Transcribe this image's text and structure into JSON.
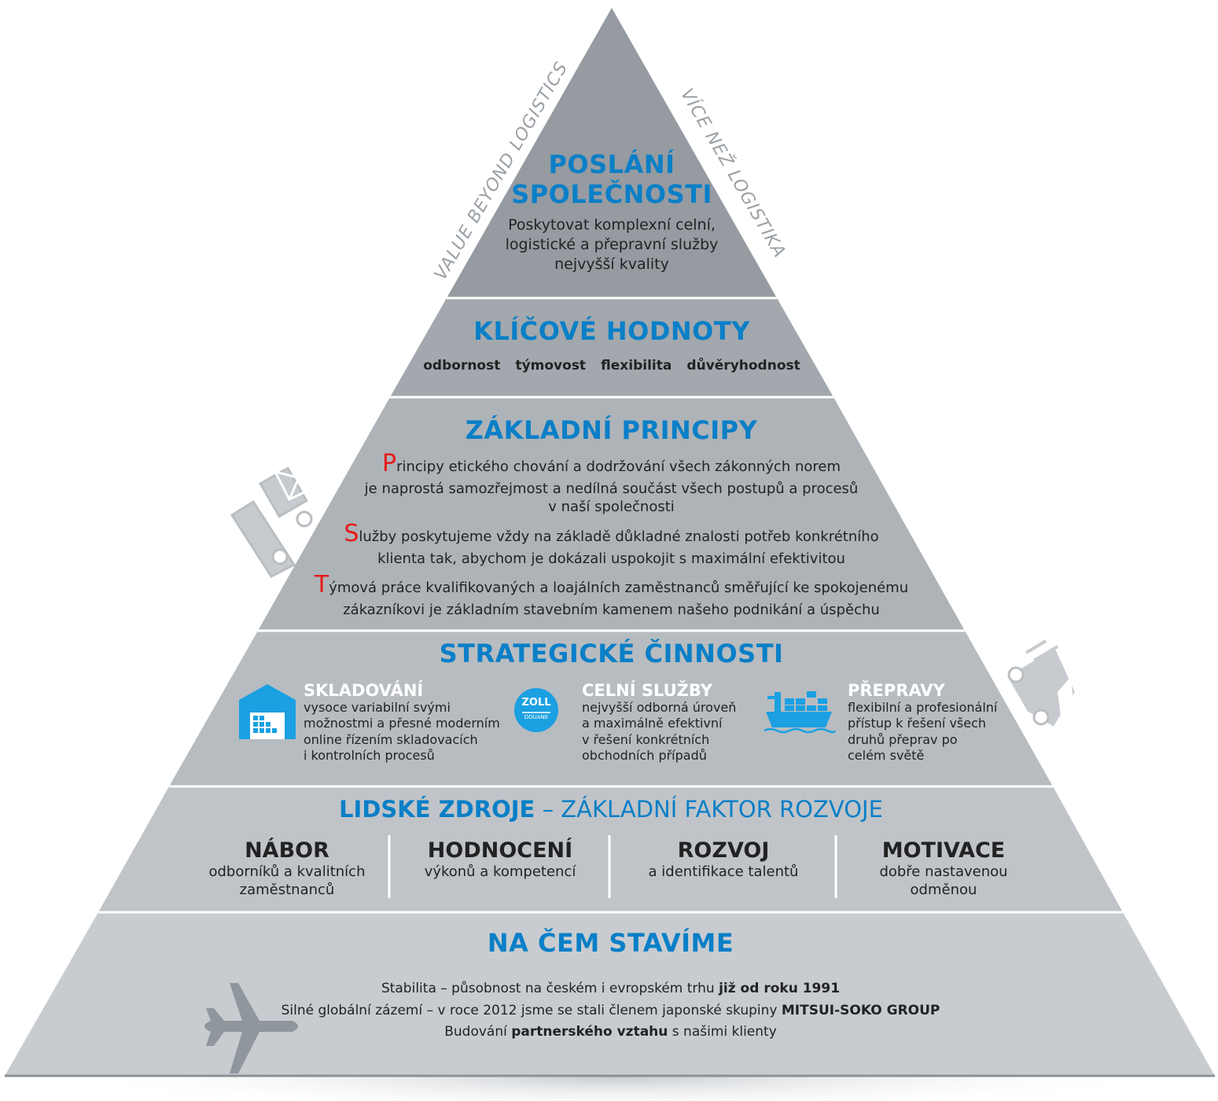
{
  "side_labels": {
    "left": "VALUE BEYOND LOGISTICS",
    "right": "VÍCE NEŽ LOGISTIKA"
  },
  "mission": {
    "title_line1": "POSLÁNÍ",
    "title_line2": "SPOLEČNOSTI",
    "text": [
      "Poskytovat komplexní celní,",
      "logistické a přepravní služby",
      "nejvyšší kvality"
    ]
  },
  "values": {
    "title": "KLÍČOVÉ HODNOTY",
    "items": [
      "odbornost",
      "týmovost",
      "flexibilita",
      "důvěryhodnost"
    ]
  },
  "principles": {
    "title": "ZÁKLADNÍ PRINCIPY",
    "items": [
      {
        "letter": "P",
        "lines": [
          "rincipy etického chování a dodržování všech zákonných norem",
          "je naprostá samozřejmost a nedílná součást všech postupů a procesů",
          "v naší společnosti"
        ]
      },
      {
        "letter": "S",
        "lines": [
          "lužby poskytujeme vždy na základě důkladné znalosti potřeb konkrétního",
          "klienta tak, abychom je dokázali uspokojit s maximální efektivitou"
        ]
      },
      {
        "letter": "T",
        "lines": [
          "ýmová práce kvalifikovaných a loajálních zaměstnanců směřující ke spokojenému",
          "zákazníkovi je základním stavebním kamenem našeho podnikání a úspěchu"
        ]
      }
    ]
  },
  "activities": {
    "title": "STRATEGICKÉ ČINNOSTI",
    "items": [
      {
        "title": "SKLADOVÁNÍ",
        "lines": [
          "vysoce variabilní svými",
          "možnostmi a přesné moderním",
          "online řízením skladovacích",
          "i kontrolních procesů"
        ]
      },
      {
        "title": "CELNÍ SLUŽBY",
        "lines": [
          "nejvyšší odborná úroveň",
          "a maximálně efektivní",
          "v řešení konkrétních",
          "obchodních případů"
        ]
      },
      {
        "title": "PŘEPRAVY",
        "lines": [
          "flexibilní a profesionální",
          "přístup k řešení všech",
          "druhů přeprav po",
          "celém světě"
        ]
      }
    ],
    "zoll_label": "ZOLL",
    "douane_label": "DOUANE"
  },
  "hr": {
    "title_bold": "LIDSKÉ ZDROJE",
    "title_rest": " – ZÁKLADNÍ FAKTOR ROZVOJE",
    "items": [
      {
        "head": "NÁBOR",
        "lines": [
          "odborníků a kvalitních",
          "zaměstnanců"
        ]
      },
      {
        "head": "HODNOCENÍ",
        "lines": [
          "výkonů a kompetencí"
        ]
      },
      {
        "head": "ROZVOJ",
        "lines": [
          "a identifikace talentů"
        ]
      },
      {
        "head": "MOTIVACE",
        "lines": [
          "dobře nastavenou",
          "odměnou"
        ]
      }
    ]
  },
  "foundation": {
    "title": "NA ČEM STAVÍME",
    "line1_pre": "Stabilita – působnost na českém i evropském trhu ",
    "line1_bold": "již od roku 1991",
    "line2_pre": "Silné globální zázemí – v roce 2012 jsme se stali členem japonské skupiny ",
    "line2_bold": "MITSUI-SOKO GROUP",
    "line3_pre": "Budování ",
    "line3_bold": "partnerského vztahu",
    "line3_post": " s našimi klienty"
  },
  "colors": {
    "title_blue": "#0a7fc7",
    "accent_red": "#e51a1a",
    "icon_blue": "#1ba0e2"
  }
}
